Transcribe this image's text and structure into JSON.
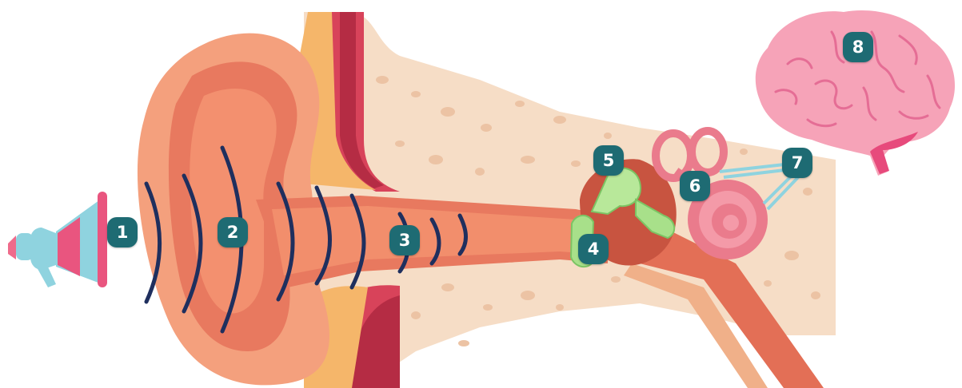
{
  "labels": {
    "sound_source": "1",
    "outer_ear": "2",
    "ear_canal": "3",
    "eardrum": "4",
    "ossicles": "5",
    "cochlea": "6",
    "auditory_nerve": "7",
    "brain": "8"
  },
  "colors": {
    "badge": "#1e6b73",
    "sound_waves": "#1f2f5e",
    "skin": "#f39a78",
    "bone": "#f6ddc6",
    "ossicles": "#a8e08a",
    "cochlea": "#ea7b8c",
    "nerve": "#8fd3df",
    "brain": "#f6a3b8"
  },
  "icons": [
    "megaphone-icon",
    "brain-icon"
  ]
}
